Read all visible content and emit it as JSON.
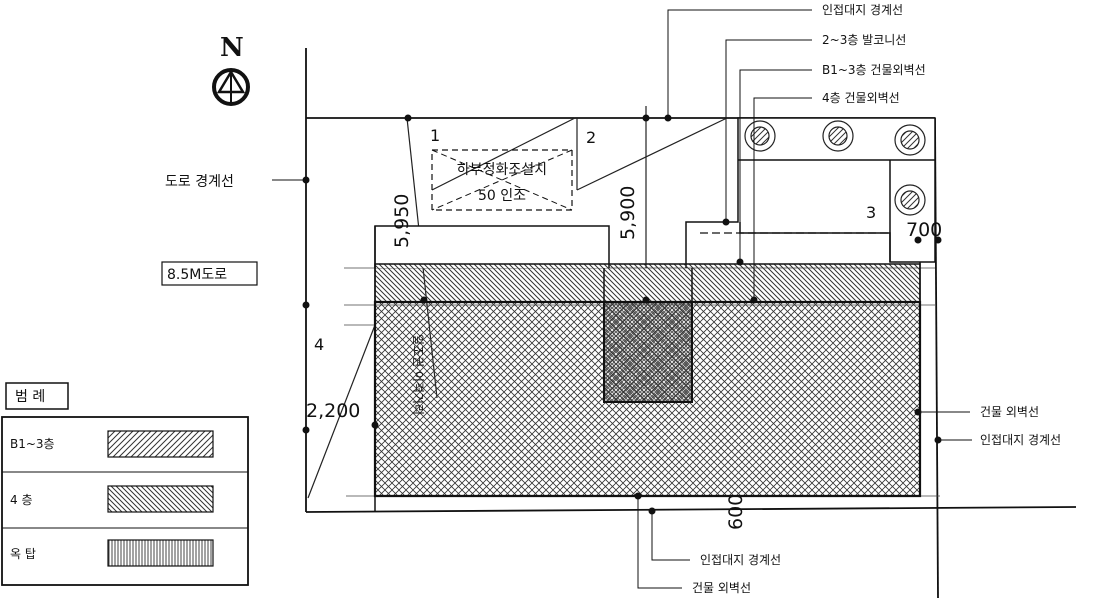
{
  "north_label": "N",
  "road": {
    "boundary_label": "도로 경계선",
    "width_label": "8.5M도로"
  },
  "callouts": {
    "adjacent_boundary_top": "인접대지 경계선",
    "balcony_line": "2~3층 발코니선",
    "b1_3_exterior_wall": "B1~3층 건물외벽선",
    "floor4_exterior_wall": "4층 건물외벽선",
    "exterior_wall_right": "건물 외벽선",
    "adjacent_boundary_right": "인접대지 경계선",
    "adjacent_boundary_bottom": "인접대지 경계선",
    "exterior_wall_bottom": "건물 외벽선"
  },
  "septic": {
    "line1": "하부정화조설치",
    "line2": "50 인조"
  },
  "zones": [
    "1",
    "2",
    "3",
    "4"
  ],
  "dimensions": {
    "d5950": "5,950",
    "d5900": "5,900",
    "d700": "700",
    "d2200": "2,200",
    "d600": "600"
  },
  "separation_label": "일조권 이격거리",
  "legend": {
    "title": "범 례",
    "rows": [
      {
        "label": "B1~3층",
        "pattern": "hatch-single"
      },
      {
        "label": "4 층",
        "pattern": "hatch-dense"
      },
      {
        "label": "옥 탑",
        "pattern": "hatch-vertical"
      }
    ]
  }
}
